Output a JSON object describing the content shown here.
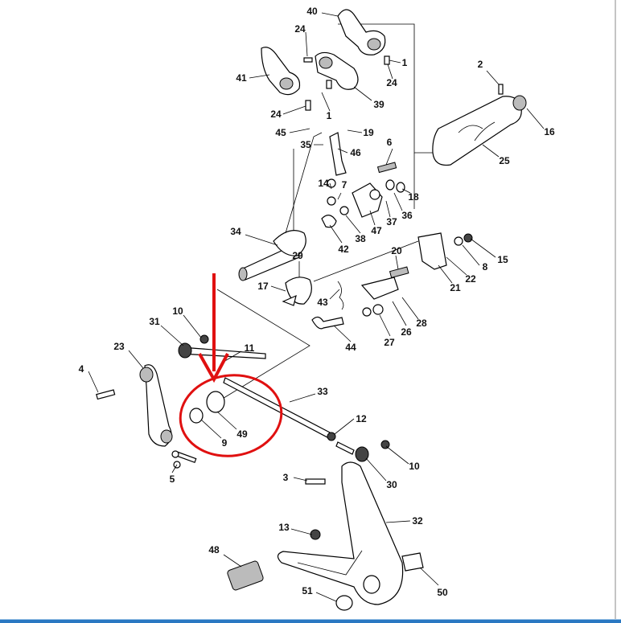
{
  "diagram": {
    "callouts": [
      {
        "id": "40"
      },
      {
        "id": "1"
      },
      {
        "id": "24"
      },
      {
        "id": "24b",
        "text": "24"
      },
      {
        "id": "41"
      },
      {
        "id": "39"
      },
      {
        "id": "1b",
        "text": "1"
      },
      {
        "id": "24c",
        "text": "24"
      },
      {
        "id": "2"
      },
      {
        "id": "16"
      },
      {
        "id": "45"
      },
      {
        "id": "19"
      },
      {
        "id": "35"
      },
      {
        "id": "46"
      },
      {
        "id": "6"
      },
      {
        "id": "25"
      },
      {
        "id": "14"
      },
      {
        "id": "7"
      },
      {
        "id": "18"
      },
      {
        "id": "36"
      },
      {
        "id": "37"
      },
      {
        "id": "47"
      },
      {
        "id": "38"
      },
      {
        "id": "42"
      },
      {
        "id": "34"
      },
      {
        "id": "20"
      },
      {
        "id": "29"
      },
      {
        "id": "15"
      },
      {
        "id": "8"
      },
      {
        "id": "22"
      },
      {
        "id": "21"
      },
      {
        "id": "17"
      },
      {
        "id": "43"
      },
      {
        "id": "28"
      },
      {
        "id": "26"
      },
      {
        "id": "27"
      },
      {
        "id": "44"
      },
      {
        "id": "10"
      },
      {
        "id": "31"
      },
      {
        "id": "23"
      },
      {
        "id": "11"
      },
      {
        "id": "4"
      },
      {
        "id": "33"
      },
      {
        "id": "12"
      },
      {
        "id": "9"
      },
      {
        "id": "49"
      },
      {
        "id": "10b",
        "text": "10"
      },
      {
        "id": "30"
      },
      {
        "id": "3"
      },
      {
        "id": "5"
      },
      {
        "id": "32"
      },
      {
        "id": "13"
      },
      {
        "id": "48"
      },
      {
        "id": "50"
      },
      {
        "id": "51"
      }
    ],
    "annotation_color": "#e01010"
  }
}
